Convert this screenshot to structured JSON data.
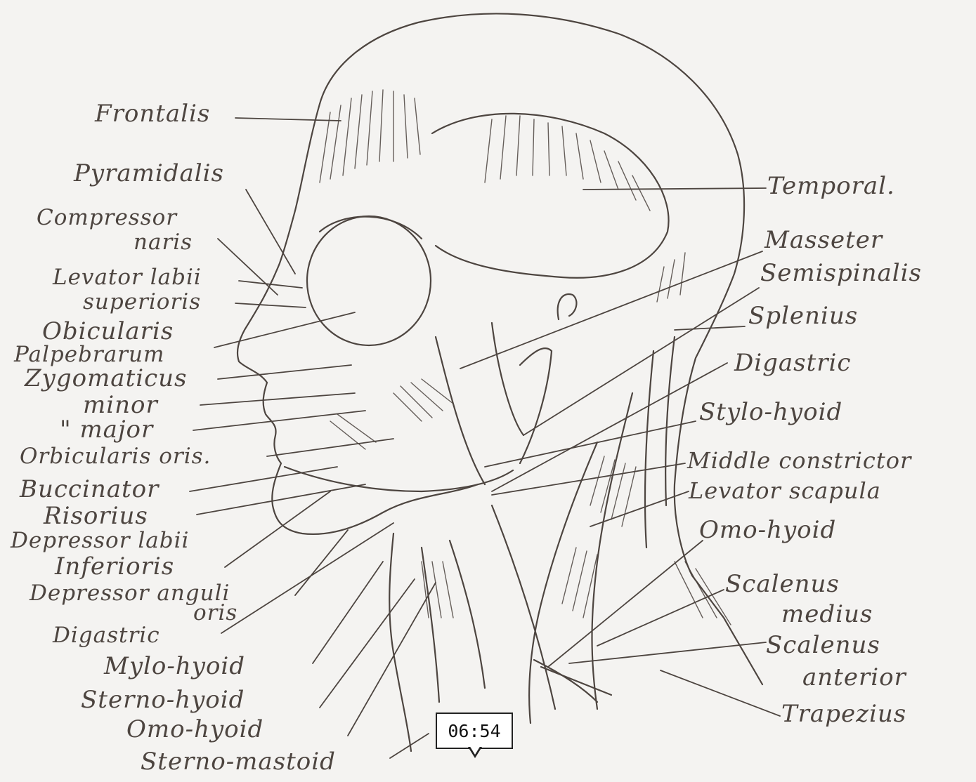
{
  "figure": {
    "labels_left": [
      {
        "id": "frontalis",
        "text": "Frontalis"
      },
      {
        "id": "pyramidalis",
        "text": "Pyramidalis"
      },
      {
        "id": "compressor",
        "text": "Compressor"
      },
      {
        "id": "naris",
        "text": "naris"
      },
      {
        "id": "levator-labii",
        "text": "Levator labii"
      },
      {
        "id": "superioris",
        "text": "superioris"
      },
      {
        "id": "obicularis",
        "text": "Obicularis"
      },
      {
        "id": "palpebrarum",
        "text": "Palpebrarum"
      },
      {
        "id": "zygomaticus",
        "text": "Zygomaticus"
      },
      {
        "id": "minor",
        "text": "minor"
      },
      {
        "id": "major",
        "text": "\" major"
      },
      {
        "id": "orbicularis-oris",
        "text": "Orbicularis oris."
      },
      {
        "id": "buccinator",
        "text": "Buccinator"
      },
      {
        "id": "risorius",
        "text": "Risorius"
      },
      {
        "id": "depressor-labii",
        "text": "Depressor labii"
      },
      {
        "id": "inferioris",
        "text": "Inferioris"
      },
      {
        "id": "depressor-anguli",
        "text": "Depressor anguli"
      },
      {
        "id": "oris",
        "text": "oris"
      },
      {
        "id": "digastric-left",
        "text": "Digastric"
      },
      {
        "id": "mylo-hyoid",
        "text": "Mylo-hyoid"
      },
      {
        "id": "sterno-hyoid",
        "text": "Sterno-hyoid"
      },
      {
        "id": "omo-hyoid-left",
        "text": "Omo-hyoid"
      },
      {
        "id": "sterno-mastoid",
        "text": "Sterno-mastoid"
      }
    ],
    "labels_right": [
      {
        "id": "temporal",
        "text": "Temporal."
      },
      {
        "id": "masseter",
        "text": "Masseter"
      },
      {
        "id": "semispinalis",
        "text": "Semispinalis"
      },
      {
        "id": "splenius",
        "text": "Splenius"
      },
      {
        "id": "digastric-right",
        "text": "Digastric"
      },
      {
        "id": "stylo-hyoid",
        "text": "Stylo-hyoid"
      },
      {
        "id": "middle-constrictor",
        "text": "Middle constrictor"
      },
      {
        "id": "levator-scapula",
        "text": "Levator scapula"
      },
      {
        "id": "omo-hyoid-right",
        "text": "Omo-hyoid"
      },
      {
        "id": "scalenus",
        "text": "Scalenus"
      },
      {
        "id": "medius",
        "text": "medius"
      },
      {
        "id": "scalenus-2",
        "text": "Scalenus"
      },
      {
        "id": "anterior",
        "text": "anterior"
      },
      {
        "id": "trapezius",
        "text": "Trapezius"
      }
    ]
  },
  "timestamp": {
    "text": "06:54"
  },
  "colors": {
    "ink": "#4d4540",
    "paper": "#f4f3f1"
  }
}
